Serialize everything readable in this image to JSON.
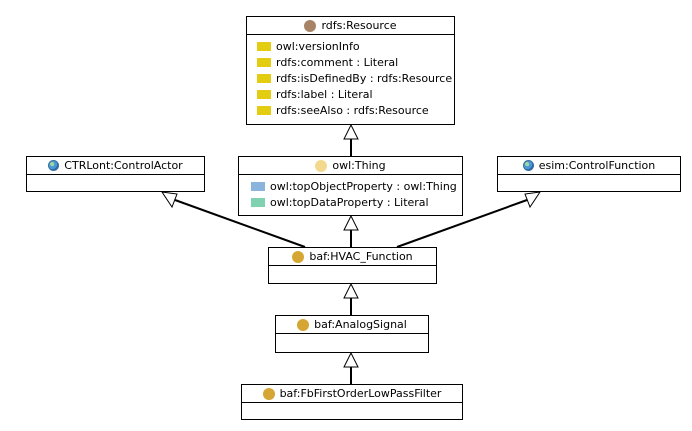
{
  "colors": {
    "resource_dot": "#a78465",
    "thing_dot": "#f2d98e",
    "class_dot": "#d6a634",
    "annotation_prop": "#e4cc12",
    "object_prop": "#8ab4dc",
    "data_prop": "#7fd1b0"
  },
  "boxes": {
    "resource": {
      "title": "rdfs:Resource",
      "icon": "class-dot-icon",
      "attributes": [
        {
          "label": "owl:versionInfo",
          "kind": "annotation-property"
        },
        {
          "label": "rdfs:comment : Literal",
          "kind": "annotation-property"
        },
        {
          "label": "rdfs:isDefinedBy : rdfs:Resource",
          "kind": "annotation-property"
        },
        {
          "label": "rdfs:label : Literal",
          "kind": "annotation-property"
        },
        {
          "label": "rdfs:seeAlso : rdfs:Resource",
          "kind": "annotation-property"
        }
      ]
    },
    "thing": {
      "title": "owl:Thing",
      "icon": "class-dot-icon",
      "attributes": [
        {
          "label": "owl:topObjectProperty : owl:Thing",
          "kind": "object-property"
        },
        {
          "label": "owl:topDataProperty : Literal",
          "kind": "data-property"
        }
      ]
    },
    "control_actor": {
      "title": "CTRLont:ControlActor",
      "icon": "globe-icon"
    },
    "control_function": {
      "title": "esim:ControlFunction",
      "icon": "globe-icon"
    },
    "hvac_function": {
      "title": "baf:HVAC_Function",
      "icon": "class-dot-icon"
    },
    "analog_signal": {
      "title": "baf:AnalogSignal",
      "icon": "class-dot-icon"
    },
    "lowpass_filter": {
      "title": "baf:FbFirstOrderLowPassFilter",
      "icon": "class-dot-icon"
    }
  }
}
